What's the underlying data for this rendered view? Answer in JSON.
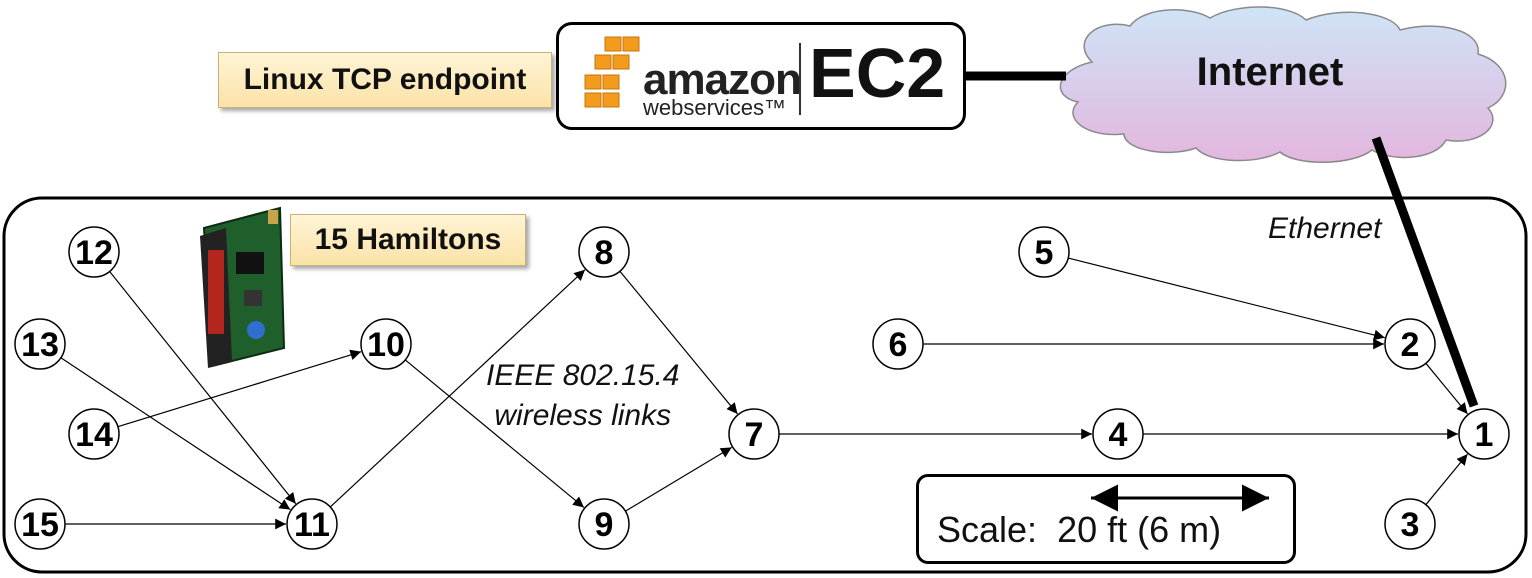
{
  "labels": {
    "tcp_endpoint": "Linux TCP endpoint",
    "hamiltons": "15 Hamiltons",
    "internet": "Internet",
    "ethernet": "Ethernet",
    "ieee_line1": "IEEE 802.15.4",
    "ieee_line2": "wireless links",
    "scale_prefix": "Scale:",
    "scale_value": "20 ft (6 m)"
  },
  "logo": {
    "brand_word": "amazon",
    "brand_sub": "webservices™",
    "product": "EC2"
  },
  "nodes": [
    "1",
    "2",
    "3",
    "4",
    "5",
    "6",
    "7",
    "8",
    "9",
    "10",
    "11",
    "12",
    "13",
    "14",
    "15"
  ],
  "links": [
    [
      "15",
      "11"
    ],
    [
      "14",
      "10"
    ],
    [
      "13",
      "11"
    ],
    [
      "12",
      "11"
    ],
    [
      "11",
      "8"
    ],
    [
      "10",
      "9"
    ],
    [
      "8",
      "7"
    ],
    [
      "9",
      "7"
    ],
    [
      "7",
      "4"
    ],
    [
      "4",
      "1"
    ],
    [
      "6",
      "2"
    ],
    [
      "5",
      "2"
    ],
    [
      "2",
      "1"
    ],
    [
      "3",
      "1"
    ]
  ],
  "colors": {
    "label_fill": "#fbe3a8",
    "cloud_top": "#cfe4f7",
    "cloud_bottom": "#e3b6de",
    "aws_orange": "#f29b1d"
  }
}
